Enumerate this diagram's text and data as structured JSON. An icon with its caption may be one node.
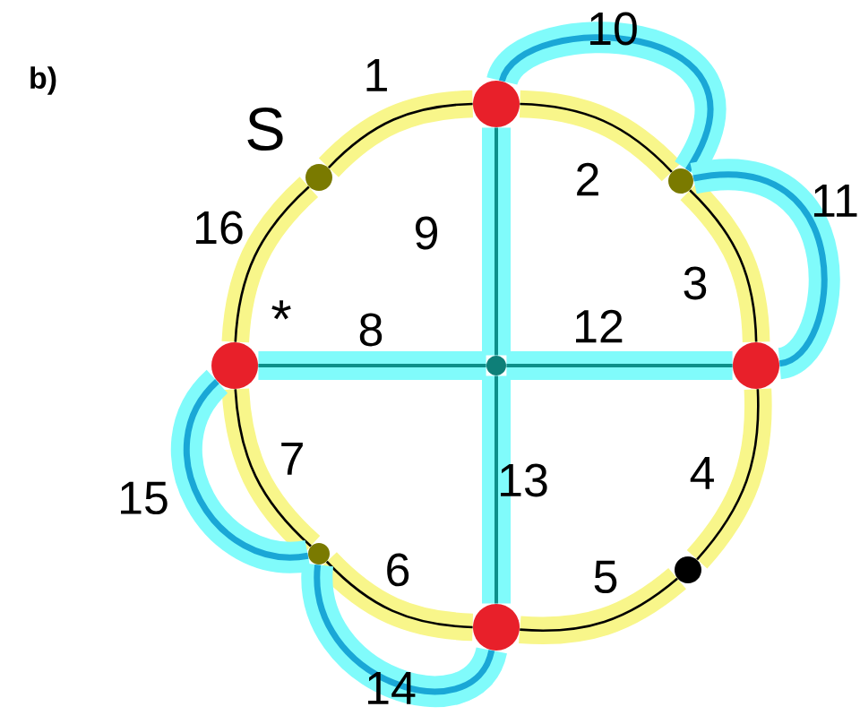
{
  "diagram": {
    "nodes": [
      {
        "text": [],
        "shape": "circle"
      },
      {
        "text": [],
        "shape": "circle"
      },
      {
        "text": [],
        "shape": "circle"
      },
      {
        "text": [],
        "shape": "circle"
      },
      {
        "text": [],
        "shape": "circle"
      },
      {
        "text": [],
        "shape": "circle"
      },
      {
        "text": [],
        "shape": "circle"
      },
      {
        "text": [],
        "shape": "circle"
      },
      {
        "text": [],
        "shape": "circle"
      }
    ],
    "edges": [
      {
        "from": 0,
        "to": 1,
        "arrow": "none",
        "label": "1"
      },
      {
        "from": 1,
        "to": 2,
        "arrow": "none",
        "label": "16"
      },
      {
        "from": 7,
        "to": 0,
        "arrow": "none",
        "label": "2"
      },
      {
        "from": 6,
        "to": 7,
        "arrow": "none",
        "label": "3"
      },
      {
        "from": 5,
        "to": 6,
        "arrow": "none",
        "label": "4"
      },
      {
        "from": 4,
        "to": 5,
        "arrow": "none",
        "label": "5"
      },
      {
        "from": 3,
        "to": 4,
        "arrow": "none",
        "label": "6"
      },
      {
        "from": 2,
        "to": 3,
        "arrow": "none",
        "label": "7"
      },
      {
        "from": 0,
        "to": 8,
        "arrow": "none",
        "label": "9",
        "color": "#80fbfb"
      },
      {
        "from": 2,
        "to": 8,
        "arrow": "none",
        "label": "8",
        "color": "#80fbfb"
      },
      {
        "from": 6,
        "to": 8,
        "arrow": "none",
        "label": "12",
        "color": "#80fbfb"
      },
      {
        "from": 4,
        "to": 8,
        "arrow": "none",
        "label": "13",
        "color": "#80fbfb"
      },
      {
        "from": 0,
        "to": 7,
        "arrow": "none",
        "label": "10",
        "color": "#80fbfb"
      },
      {
        "from": 7,
        "to": 6,
        "arrow": "none",
        "label": "11",
        "color": "#80fbfb"
      },
      {
        "from": 2,
        "to": 3,
        "arrow": "none",
        "label": "15",
        "color": "#80fbfb"
      },
      {
        "from": 3,
        "to": 4,
        "arrow": "none",
        "label": "14",
        "color": "#80fbfb"
      }
    ],
    "labels": [
      "b)",
      "S",
      "*"
    ]
  }
}
